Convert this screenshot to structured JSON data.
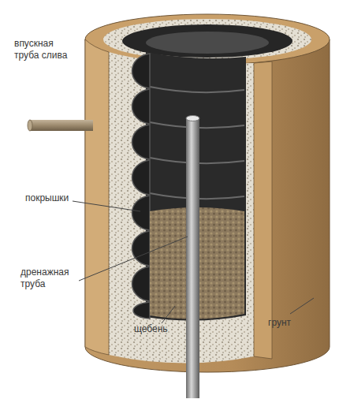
{
  "diagram": {
    "labels": [
      "впускная труба слива",
      "покрышки",
      "дренажная труба",
      "щебень",
      "грунт"
    ]
  }
}
